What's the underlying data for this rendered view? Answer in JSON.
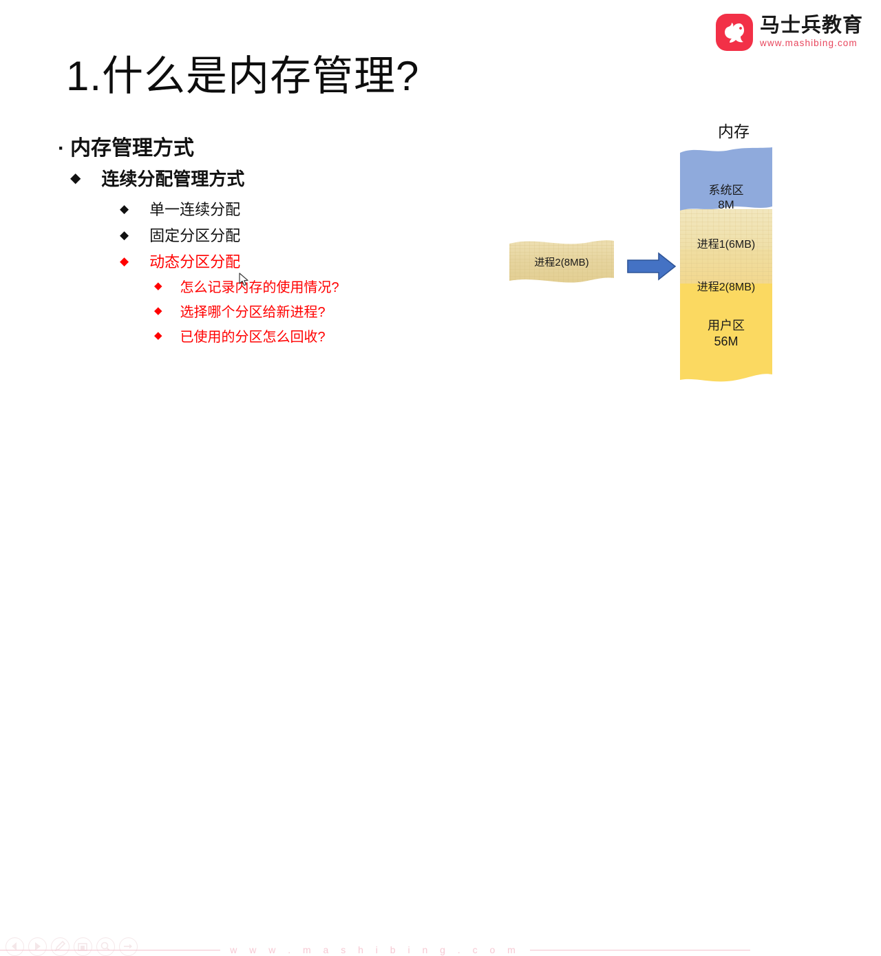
{
  "brand": {
    "name_cn": "马士兵教育",
    "url": "www.mashibing.com",
    "logo_icon": "horse-head-logo-icon",
    "accent_color": "#F23047"
  },
  "slide": {
    "title": "1.什么是内存管理?",
    "outline": {
      "level1": {
        "bullet": "·",
        "text": "内存管理方式"
      },
      "level2": {
        "bullet": "◆",
        "text": "连续分配管理方式"
      },
      "level3": [
        {
          "bullet": "◆",
          "text": "单一连续分配",
          "color": "#111111"
        },
        {
          "bullet": "◆",
          "text": "固定分区分配",
          "color": "#111111"
        },
        {
          "bullet": "◆",
          "text": "动态分区分配",
          "color": "#FF0000"
        }
      ],
      "level4": [
        {
          "bullet": "◆",
          "text": "怎么记录内存的使用情况?",
          "color": "#FF0000"
        },
        {
          "bullet": "◆",
          "text": "选择哪个分区给新进程?",
          "color": "#FF0000"
        },
        {
          "bullet": "◆",
          "text": "已使用的分区怎么回收?",
          "color": "#FF0000"
        }
      ]
    }
  },
  "diagram": {
    "title": "内存",
    "floating_block": {
      "label": "进程2(8MB)",
      "fill": "#E9D9A8"
    },
    "arrow": {
      "name": "right-arrow-icon",
      "fill": "#4472C4"
    },
    "segments": [
      {
        "name": "系统区",
        "size": "8M",
        "label": "系统区\n8M",
        "fill": "#8FAADC"
      },
      {
        "name": "进程1",
        "size": "6MB",
        "label": "进程1(6MB)",
        "fill": "#EDDFA8"
      },
      {
        "name": "进程2",
        "size": "8MB",
        "label": "进程2(8MB)",
        "fill": "#EFD99E"
      },
      {
        "name": "用户区",
        "size": "56M",
        "label": "用户区\n56M",
        "fill": "#FBD961"
      }
    ],
    "segment_labels": {
      "system": "系统区",
      "system_size": "8M",
      "process1": "进程1(6MB)",
      "process2": "进程2(8MB)",
      "user": "用户区",
      "user_size": "56M"
    }
  },
  "footer": {
    "watermark": "w w w . m a s h i b i n g . c o m",
    "controls": [
      {
        "name": "previous-button",
        "icon": "chevron-left-icon"
      },
      {
        "name": "play-button",
        "icon": "play-icon"
      },
      {
        "name": "annotate-button",
        "icon": "pen-icon"
      },
      {
        "name": "screenshot-button",
        "icon": "screen-icon"
      },
      {
        "name": "zoom-button",
        "icon": "magnifier-icon"
      },
      {
        "name": "next-button",
        "icon": "arrow-right-icon"
      }
    ]
  }
}
